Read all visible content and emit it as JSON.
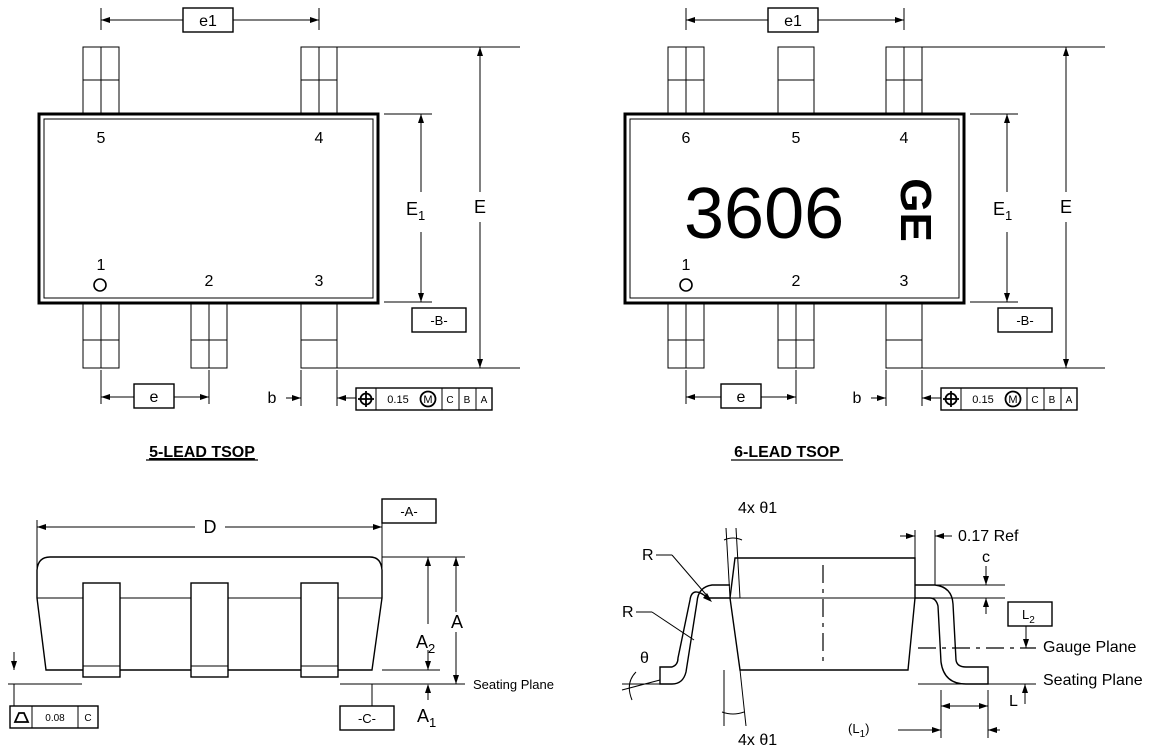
{
  "labels": {
    "e1": "e1",
    "e": "e",
    "b": "b",
    "E": "E",
    "E1": "E",
    "E1_sub": "1",
    "B": "-B-",
    "A_ref": "-A-",
    "C_ref": "-C-",
    "D": "D",
    "A": "A",
    "A2": "A",
    "A2_sub": "2",
    "A1": "A",
    "A1_sub": "1",
    "R": "R",
    "theta": "θ",
    "theta1": "4x θ1",
    "ref017": "0.17 Ref",
    "c": "c",
    "L": "L",
    "L1": "(L",
    "L1_sub": "1",
    "L1_close": ")",
    "L2": "L",
    "L2_sub": "2",
    "gauge_plane": "Gauge Plane",
    "seating_plane": "Seating Plane"
  },
  "tolerance": {
    "value": "0.15",
    "modifier": "M",
    "datums": [
      "C",
      "B",
      "A"
    ],
    "flatness": "0.08",
    "flatness_datum": "C"
  },
  "package5": {
    "title": "5-LEAD TSOP",
    "pins": [
      "1",
      "2",
      "3",
      "4",
      "5"
    ]
  },
  "package6": {
    "title": "6-LEAD TSOP",
    "pins": [
      "1",
      "2",
      "3",
      "4",
      "5",
      "6"
    ],
    "marking": "3606",
    "logo": "GE"
  }
}
